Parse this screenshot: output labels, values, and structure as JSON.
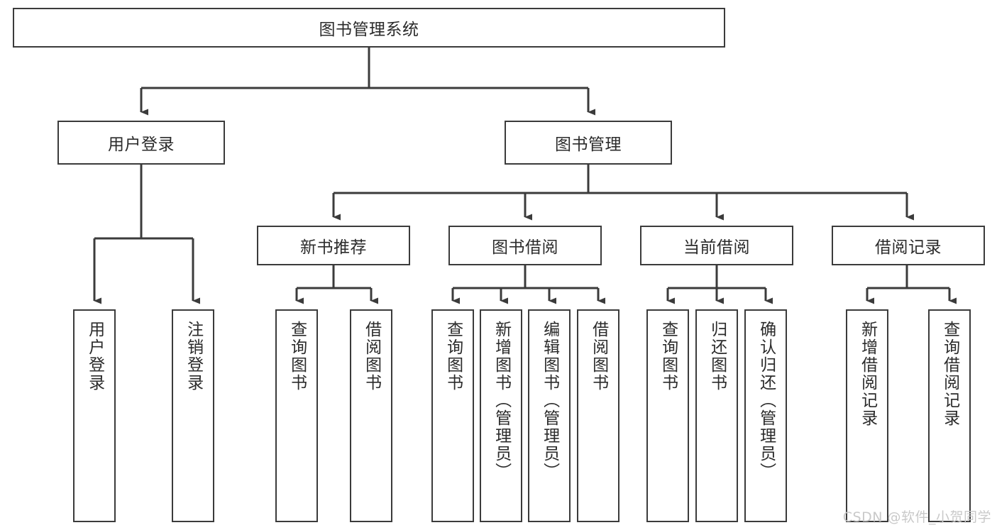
{
  "diagram": {
    "type": "tree-hierarchy",
    "title": "图书管理系统",
    "root": {
      "id": "root",
      "label": "图书管理系统"
    },
    "level1": [
      {
        "id": "user-login",
        "label": "用户登录"
      },
      {
        "id": "book-manage",
        "label": "图书管理"
      }
    ],
    "level2": [
      {
        "id": "new-book-rec",
        "label": "新书推荐",
        "parent": "book-manage"
      },
      {
        "id": "book-borrow",
        "label": "图书借阅",
        "parent": "book-manage"
      },
      {
        "id": "current-borrow",
        "label": "当前借阅",
        "parent": "book-manage"
      },
      {
        "id": "borrow-record",
        "label": "借阅记录",
        "parent": "book-manage"
      }
    ],
    "leaves": [
      {
        "id": "leaf-user-login",
        "label": "用户登录",
        "parent": "user-login"
      },
      {
        "id": "leaf-user-logout",
        "label": "注销登录",
        "parent": "user-login"
      },
      {
        "id": "leaf-query-book-1",
        "label": "查询图书",
        "parent": "new-book-rec"
      },
      {
        "id": "leaf-borrow-book-1",
        "label": "借阅图书",
        "parent": "new-book-rec"
      },
      {
        "id": "leaf-query-book-2",
        "label": "查询图书",
        "parent": "book-borrow"
      },
      {
        "id": "leaf-add-book",
        "label": "新增图书（管理员）",
        "parent": "book-borrow"
      },
      {
        "id": "leaf-edit-book",
        "label": "编辑图书（管理员）",
        "parent": "book-borrow"
      },
      {
        "id": "leaf-borrow-book-2",
        "label": "借阅图书",
        "parent": "book-borrow"
      },
      {
        "id": "leaf-query-book-3",
        "label": "查询图书",
        "parent": "current-borrow"
      },
      {
        "id": "leaf-return-book",
        "label": "归还图书",
        "parent": "current-borrow"
      },
      {
        "id": "leaf-confirm-return",
        "label": "确认归还（管理员）",
        "parent": "current-borrow"
      },
      {
        "id": "leaf-add-record",
        "label": "新增借阅记录",
        "parent": "borrow-record"
      },
      {
        "id": "leaf-query-record",
        "label": "查询借阅记录",
        "parent": "borrow-record"
      }
    ],
    "watermark": "CSDN @软件_小贺同学",
    "colors": {
      "stroke": "#3b3b3b",
      "background": "#ffffff",
      "text": "#2b2b2b",
      "watermark": "#c9c9c9"
    }
  }
}
